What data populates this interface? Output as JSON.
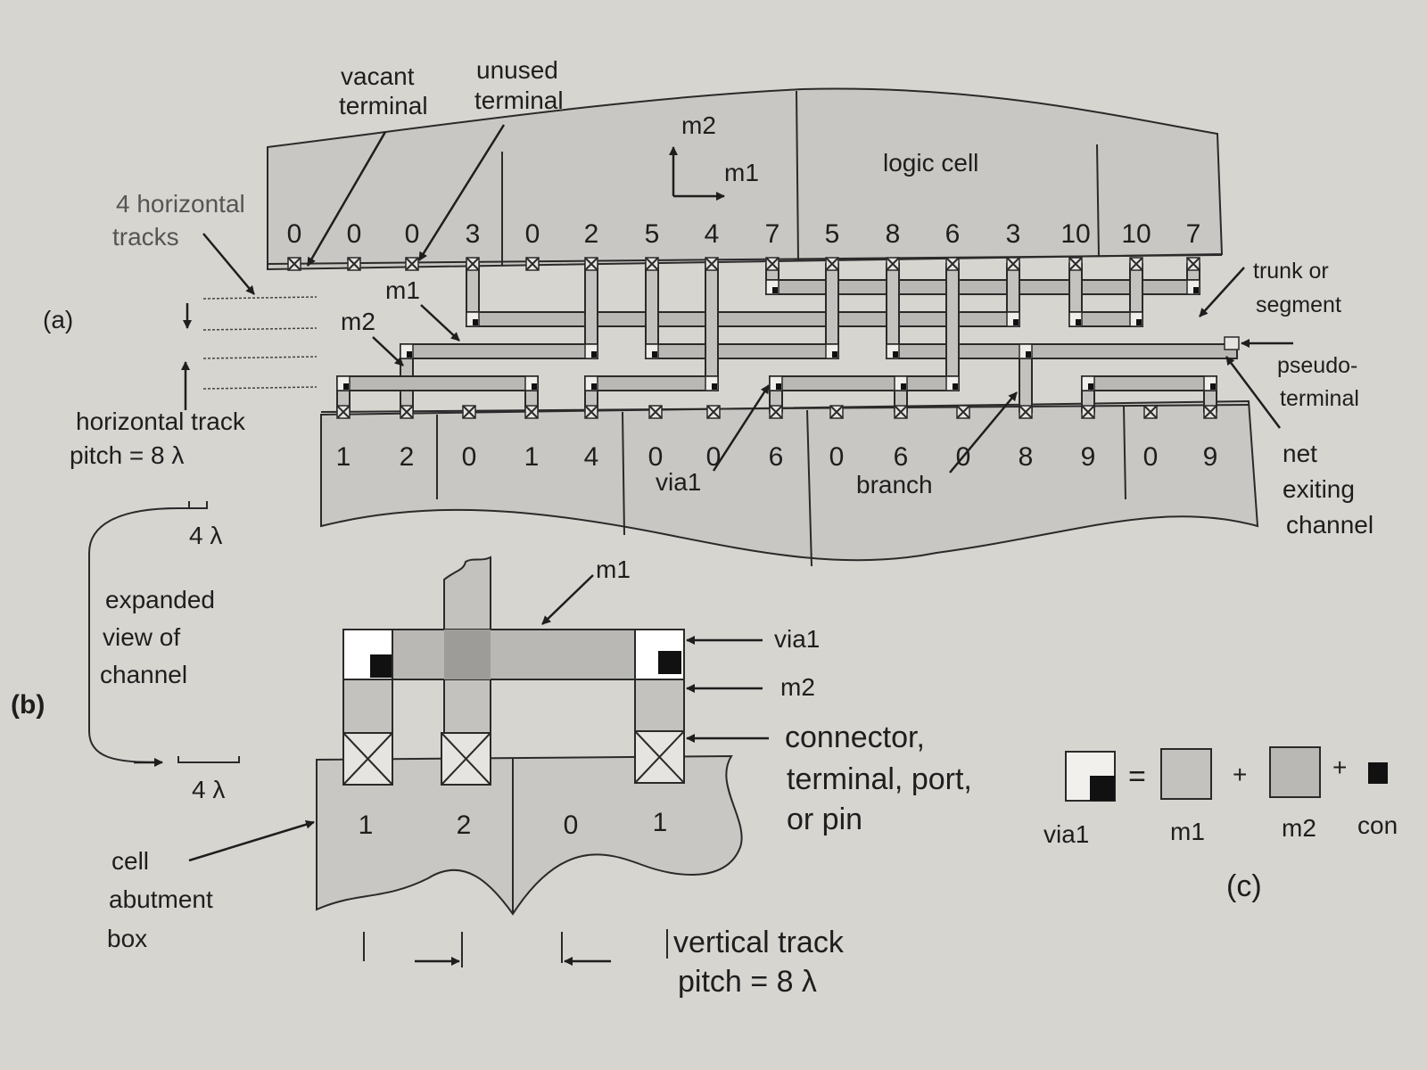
{
  "part_a": {
    "label": "(a)",
    "vacant_terminal": [
      "vacant",
      "terminal"
    ],
    "unused_terminal": [
      "unused",
      "terminal"
    ],
    "axis_m2": "m2",
    "axis_m1": "m1",
    "logic_cell": "logic cell",
    "four_tracks": [
      "4 horizontal",
      "tracks"
    ],
    "m1_label": "m1",
    "m2_label": "m2",
    "track_pitch": [
      "horizontal track",
      "pitch = 8 λ"
    ],
    "trunk": [
      "trunk or",
      "segment"
    ],
    "pseudo": [
      "pseudo-",
      "terminal"
    ],
    "net_exit": [
      "net",
      "exiting",
      "channel"
    ],
    "via1": "via1",
    "branch": "branch",
    "top_terminals": [
      "0",
      "0",
      "0",
      "3",
      "0",
      "2",
      "5",
      "4",
      "7",
      "5",
      "8",
      "6",
      "3",
      "10",
      "10",
      "7"
    ],
    "bottom_terminals": [
      "1",
      "2",
      "0",
      "1",
      "4",
      "0",
      "0",
      "6",
      "0",
      "6",
      "0",
      "8",
      "9",
      "0",
      "9"
    ]
  },
  "part_b": {
    "label": "(b)",
    "four_lambda_top": "4 λ",
    "four_lambda_bottom": "4 λ",
    "expanded": [
      "expanded",
      "view of",
      "channel"
    ],
    "m1": "m1",
    "via1": "via1",
    "m2": "m2",
    "connector": [
      "connector,",
      "terminal, port,",
      "or pin"
    ],
    "cell_abutment": [
      "cell",
      "abutment",
      "box"
    ],
    "cell_numbers": [
      "1",
      "2",
      "0",
      "1"
    ],
    "vertical_pitch": [
      "vertical track",
      "pitch = 8 λ"
    ]
  },
  "part_c": {
    "label": "(c)",
    "eq": "=",
    "plus1": "+",
    "plus2": "+",
    "items": [
      "via1",
      "m1",
      "m2",
      "con"
    ]
  }
}
